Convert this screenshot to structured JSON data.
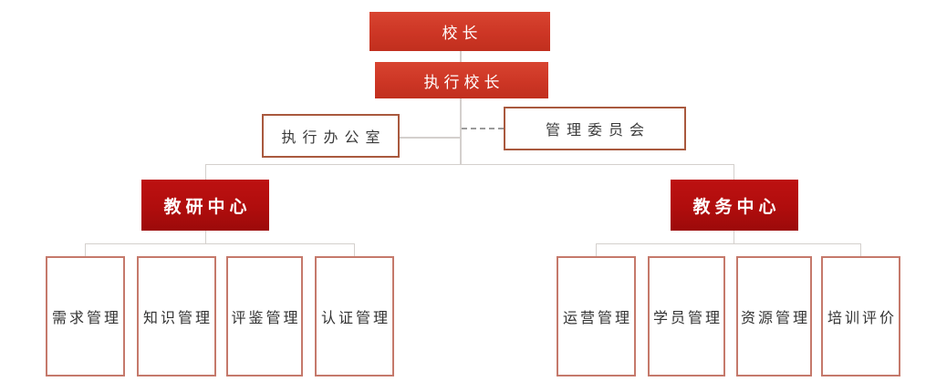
{
  "org_chart": {
    "root": {
      "label": "校长"
    },
    "executive": {
      "label": "执行校长"
    },
    "office": {
      "label": "执行办公室"
    },
    "committee": {
      "label": "管理委员会"
    },
    "centers": [
      {
        "label": "教研中心",
        "departments": [
          {
            "label": "需求管理"
          },
          {
            "label": "知识管理"
          },
          {
            "label": "评鉴管理"
          },
          {
            "label": "认证管理"
          }
        ]
      },
      {
        "label": "教务中心",
        "departments": [
          {
            "label": "运营管理"
          },
          {
            "label": "学员管理"
          },
          {
            "label": "资源管理"
          },
          {
            "label": "培训评价"
          }
        ]
      }
    ],
    "colors": {
      "top_box_red": "#cd3625",
      "center_box_red": "#b00d0d",
      "mid_outline_border": "#a9593e",
      "tall_outline_border": "#c5796b",
      "connector_gray": "#d4d0cd",
      "dashed_connector_gray": "#9a9a9a"
    }
  }
}
